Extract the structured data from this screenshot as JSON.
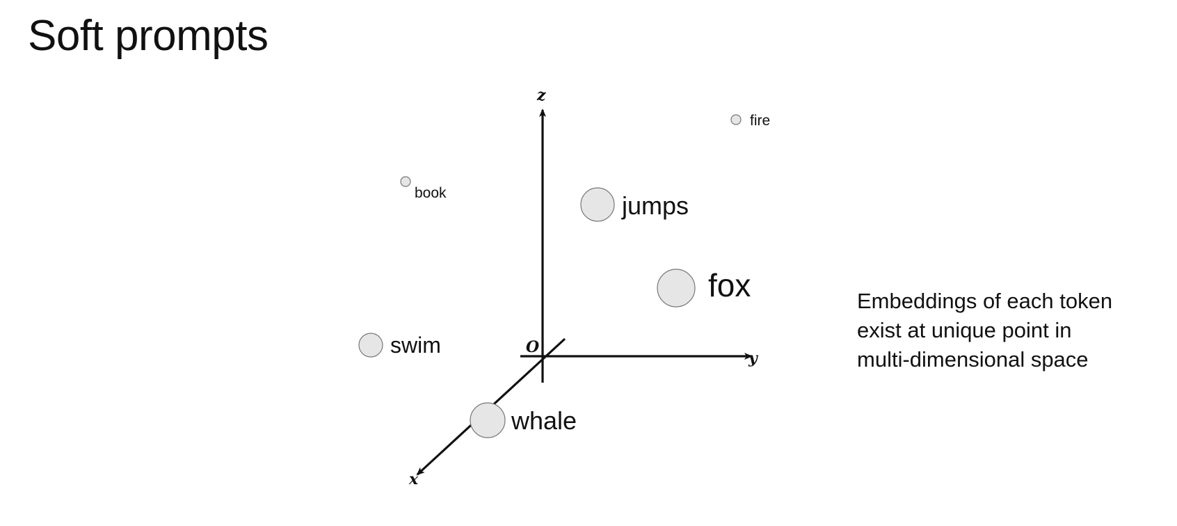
{
  "slide": {
    "title": "Soft prompts"
  },
  "axes": {
    "x_label": "x",
    "y_label": "y",
    "z_label": "z",
    "origin_label": "O"
  },
  "tokens": {
    "fire": "fire",
    "book": "book",
    "jumps": "jumps",
    "fox": "fox",
    "swim": "swim",
    "whale": "whale"
  },
  "caption": {
    "line1": "Embeddings of each token",
    "line2": "exist at unique point in",
    "line3": "multi-dimensional space"
  },
  "colors": {
    "dot_fill": "#e6e6e6",
    "dot_stroke": "#777777",
    "axis": "#111111"
  }
}
